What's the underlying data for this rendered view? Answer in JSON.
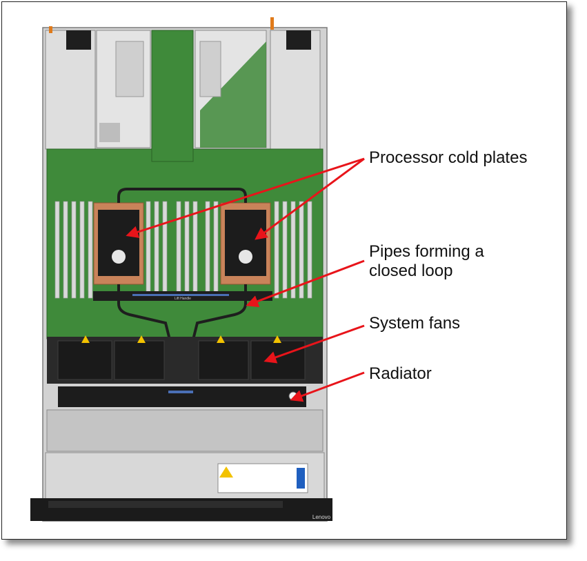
{
  "labels": {
    "cold_plates": "Processor cold plates",
    "pipes": "Pipes forming a\nclosed loop",
    "fans": "System fans",
    "radiator": "Radiator"
  },
  "brand": "Lenovo",
  "lift_handle": "Lift Handle",
  "colors": {
    "arrow": "#e8141a",
    "board": "#3f8a3a",
    "chassis": "#c9c9c9",
    "copper": "#c9835a",
    "fan": "#222222",
    "warning": "#f2c200"
  }
}
